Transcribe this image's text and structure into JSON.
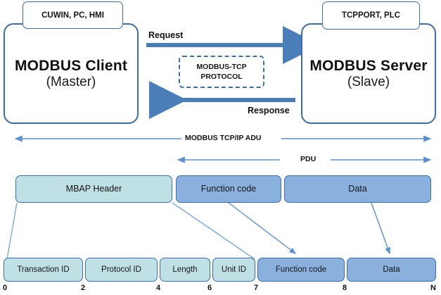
{
  "diagram": {
    "title": "MODBUS TCP/IP ADU and PDU frame structure",
    "colors": {
      "outline_blue": "#3a6ea5",
      "arrow_blue": "#4a7ebb",
      "thin_arrow_blue": "#5b8fd0",
      "field_light": "#bfe0e4",
      "field_dark": "#8ab0dd",
      "background": "#ffffff"
    }
  },
  "client": {
    "tag": "CUWIN, PC, HMI",
    "title": "MODBUS Client",
    "subtitle": "(Master)"
  },
  "server": {
    "tag": "TCPPORT, PLC",
    "title": "MODBUS Server",
    "subtitle": "(Slave)"
  },
  "flow": {
    "request_label": "Request",
    "response_label": "Response",
    "protocol_line1": "MODBUS-TCP",
    "protocol_line2": "PROTOCOL"
  },
  "spans": {
    "adu_label": "MODBUS TCP/IP  ADU",
    "pdu_label": "PDU"
  },
  "adu_row": {
    "fields": [
      {
        "label": "MBAP Header",
        "shade": "light"
      },
      {
        "label": "Function code",
        "shade": "dark"
      },
      {
        "label": "Data",
        "shade": "dark"
      }
    ]
  },
  "detail_row": {
    "fields": [
      {
        "label": "Transaction ID",
        "shade": "light"
      },
      {
        "label": "Protocol ID",
        "shade": "light"
      },
      {
        "label": "Length",
        "shade": "light"
      },
      {
        "label": "Unit ID",
        "shade": "light"
      },
      {
        "label": "Function code",
        "shade": "dark"
      },
      {
        "label": "Data",
        "shade": "dark"
      }
    ],
    "offsets": [
      "0",
      "2",
      "4",
      "6",
      "7",
      "8",
      "N"
    ]
  }
}
